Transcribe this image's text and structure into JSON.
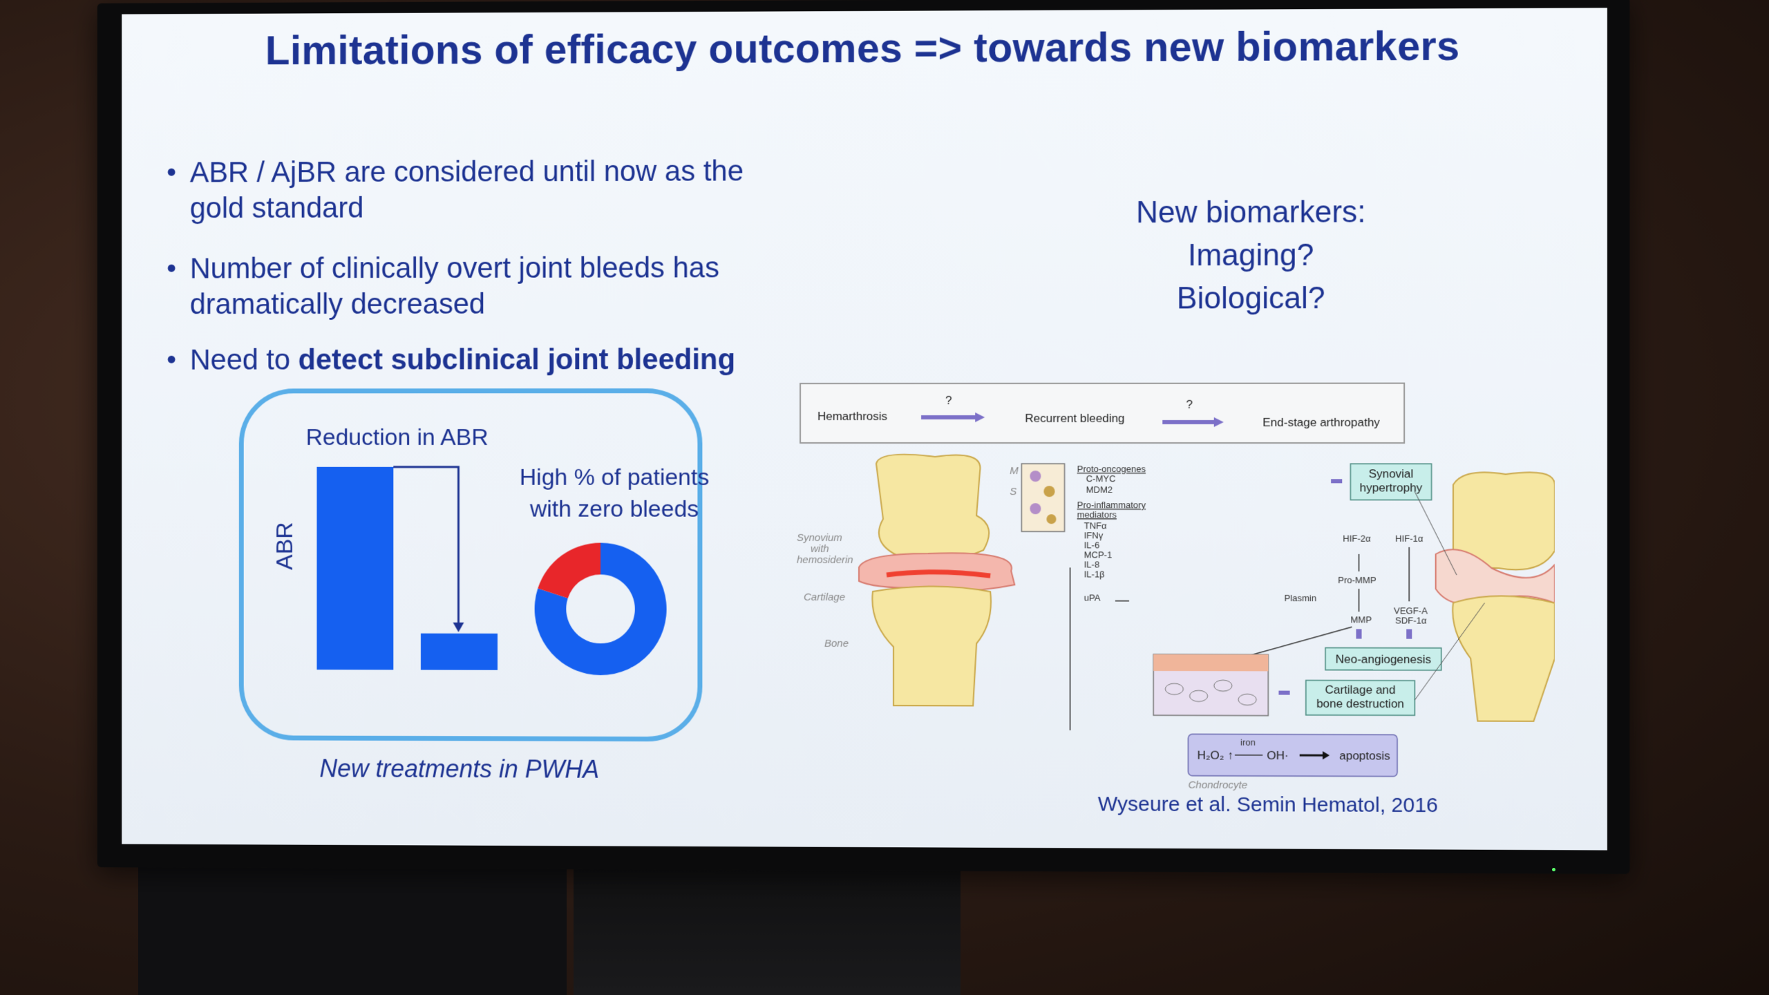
{
  "slide": {
    "title": "Limitations of efficacy outcomes => towards new biomarkers",
    "bullets": [
      {
        "line1": "ABR / AjBR  are considered until now as the",
        "line2": "gold standard"
      },
      {
        "line1": "Number of clinically overt joint bleeds has",
        "line2": "dramatically  decreased"
      },
      {
        "prefix": "Need to ",
        "bold": "detect subclinical joint bleeding"
      }
    ],
    "new_biomarkers": [
      "New biomarkers:",
      "Imaging?",
      "Biological?"
    ],
    "chart": {
      "bar_title": "Reduction in ABR",
      "bar_axis": "ABR",
      "donut_title_1": "High % of patients",
      "donut_title_2": "with zero bleeds",
      "caption": "New treatments in PWHA"
    },
    "citation": "Wyseure et al. Semin Hematol, 2016"
  },
  "chart_data": [
    {
      "type": "bar",
      "categories": [
        "",
        ""
      ],
      "values": [
        100,
        18
      ],
      "ylabel": "ABR",
      "title": "Reduction in ABR",
      "colors": [
        "#1560f0"
      ]
    },
    {
      "type": "pie",
      "labels": [
        "",
        ""
      ],
      "values": [
        80,
        20
      ],
      "colors": [
        "#1560f0",
        "#e8262a"
      ],
      "title": "High % of patients with zero bleeds"
    }
  ],
  "figure": {
    "progression": [
      "Hemarthrosis",
      "?",
      "Recurrent bleeding",
      "?",
      "End-stage arthropathy"
    ],
    "labels": {
      "synovium": "Synovium",
      "with": "with",
      "hemosiderin": "hemosiderin",
      "cartilage": "Cartilage",
      "bone": "Bone",
      "chondrocyte": "Chondrocyte",
      "m": "M",
      "s": "S"
    },
    "mediators": {
      "proto": "Proto-oncogenes",
      "cmyc": "C-MYC",
      "mdm2": "MDM2",
      "proinf": "Pro-inflammatory",
      "mediators": "mediators",
      "list": [
        "TNFα",
        "IFNγ",
        "IL-6",
        "MCP-1",
        "IL-8",
        "IL-1β"
      ],
      "upa": "uPA",
      "plasmin": "Plasmin",
      "hif2": "HIF-2α",
      "hif1": "HIF-1α",
      "prommp": "Pro-MMP",
      "mmp": "MMP",
      "vegf": "VEGF-A",
      "sdf": "SDF-1α"
    },
    "boxes": {
      "synovial1": "Synovial",
      "synovial2": "hypertrophy",
      "neo": "Neo-angiogenesis",
      "cart1": "Cartilage and",
      "cart2": "bone destruction"
    },
    "apoptosis": {
      "h2o2": "H₂O₂ ↑",
      "iron": "iron",
      "oh": "OH·",
      "apoptosis": "apoptosis"
    }
  },
  "colors": {
    "title": "#1d3392",
    "bar": "#1560f0",
    "donut_red": "#e8262a",
    "box_border": "#5aaee8",
    "teal_box": "#c8eeea",
    "lavender_box": "#c6c6ee"
  }
}
